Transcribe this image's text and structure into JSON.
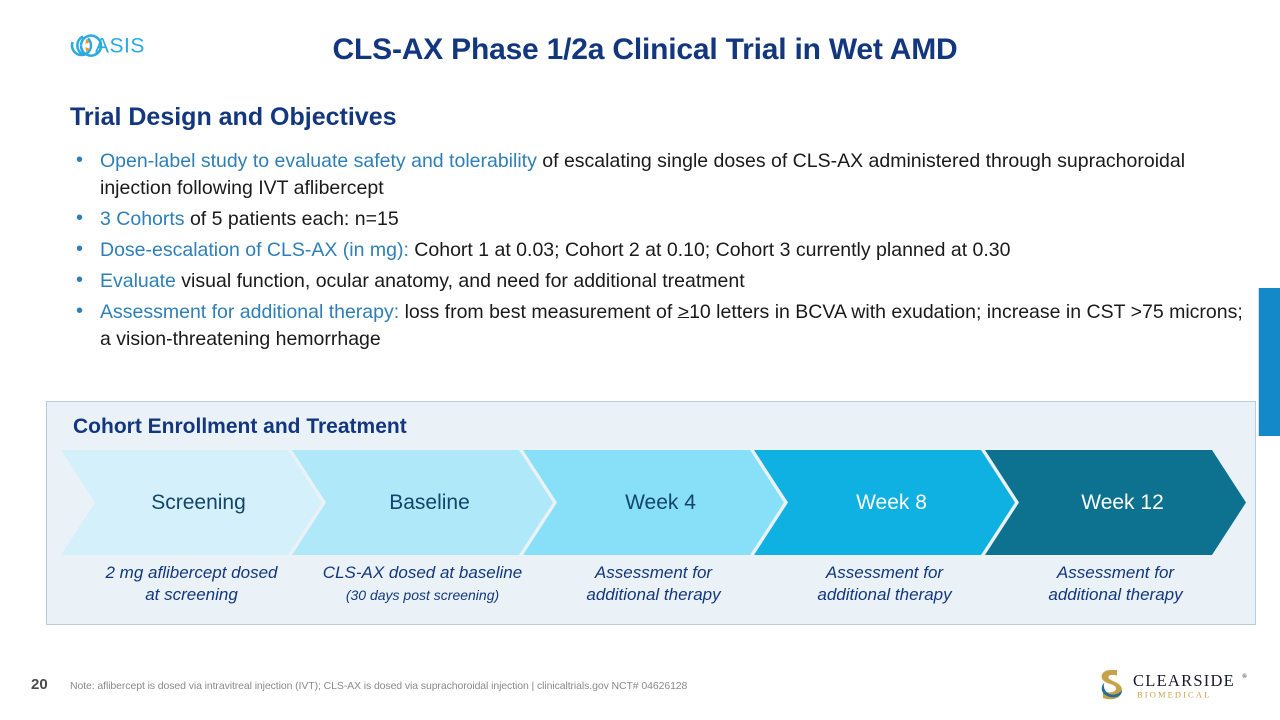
{
  "header": {
    "logo_name": "oasis-logo",
    "title": "CLS-AX Phase 1/2a Clinical Trial in Wet AMD"
  },
  "section": {
    "heading": "Trial Design and Objectives"
  },
  "bullets": [
    {
      "highlight": "Open-label study to evaluate safety and tolerability",
      "rest": " of escalating single doses of CLS-AX administered through suprachoroidal injection following IVT aflibercept"
    },
    {
      "highlight": "3 Cohorts",
      "rest": " of 5 patients each: n=15"
    },
    {
      "highlight": "Dose-escalation of CLS-AX (in mg):",
      "rest": " Cohort 1 at 0.03; Cohort 2 at 0.10; Cohort 3 currently planned at 0.30"
    },
    {
      "highlight": "Evaluate",
      "rest": " visual function, ocular anatomy, and need for additional treatment"
    },
    {
      "highlight": "Assessment for additional therapy:",
      "rest_a": " loss from best measurement of ",
      "geq": ">",
      "rest_b": "10 letters in BCVA with exudation; increase in CST >75 microns; a vision-threatening hemorrhage"
    }
  ],
  "panel": {
    "title": "Cohort Enrollment and Treatment",
    "stages": [
      {
        "label": "Screening",
        "color": "#d4f1fb",
        "text_color": "#13456b",
        "caption": "2 mg aflibercept dosed",
        "caption_line2": "at screening",
        "caption_sub": ""
      },
      {
        "label": "Baseline",
        "color": "#aee8f9",
        "text_color": "#13456b",
        "caption": "CLS-AX dosed at baseline",
        "caption_line2": "",
        "caption_sub": "(30 days post screening)"
      },
      {
        "label": "Week 4",
        "color": "#88e0f8",
        "text_color": "#13456b",
        "caption": "Assessment for",
        "caption_line2": "additional therapy",
        "caption_sub": ""
      },
      {
        "label": "Week 8",
        "color": "#0fb0e2",
        "text_color": "#ffffff",
        "caption": "Assessment for",
        "caption_line2": "additional therapy",
        "caption_sub": ""
      },
      {
        "label": "Week 12",
        "color": "#0d7190",
        "text_color": "#ffffff",
        "caption": "Assessment for",
        "caption_line2": "additional therapy",
        "caption_sub": ""
      }
    ]
  },
  "footer": {
    "page_number": "20",
    "note": "Note: aflibercept is dosed via intravitreal injection (IVT); CLS-AX is dosed via suprachoroidal injection | clinicaltrials.gov NCT# 04626128",
    "company_name": "CLEARSIDE",
    "company_sub": "BIOMEDICAL"
  },
  "colors": {
    "navy": "#13377e",
    "accent_blue": "#2e7fb8",
    "tab_blue": "#1489ca",
    "panel_bg": "#eaf2f7"
  }
}
